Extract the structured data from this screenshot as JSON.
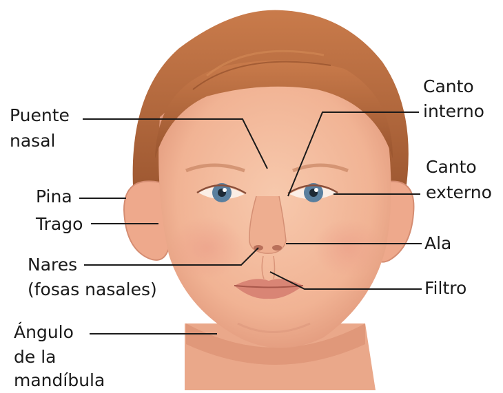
{
  "labels": {
    "puente_nasal_1": "Puente",
    "puente_nasal_2": "nasal",
    "pina": "Pina",
    "trago": "Trago",
    "nares_1": "Nares",
    "nares_2": "(fosas nasales)",
    "angulo_1": "Ángulo",
    "angulo_2": "de la",
    "angulo_3": "mandíbula",
    "canto_interno_1": "Canto",
    "canto_interno_2": "interno",
    "canto_externo_1": "Canto",
    "canto_externo_2": "externo",
    "ala": "Ala",
    "filtro": "Filtro"
  },
  "colors": {
    "skin": "#f2b89a",
    "skin_shadow": "#dd9478",
    "hair": "#b86a3e",
    "hair_dark": "#8e4a26",
    "iris": "#5a7f9e",
    "lips": "#d98575",
    "leader_line": "#1a1a1a",
    "label_text": "#1a1a1a"
  }
}
